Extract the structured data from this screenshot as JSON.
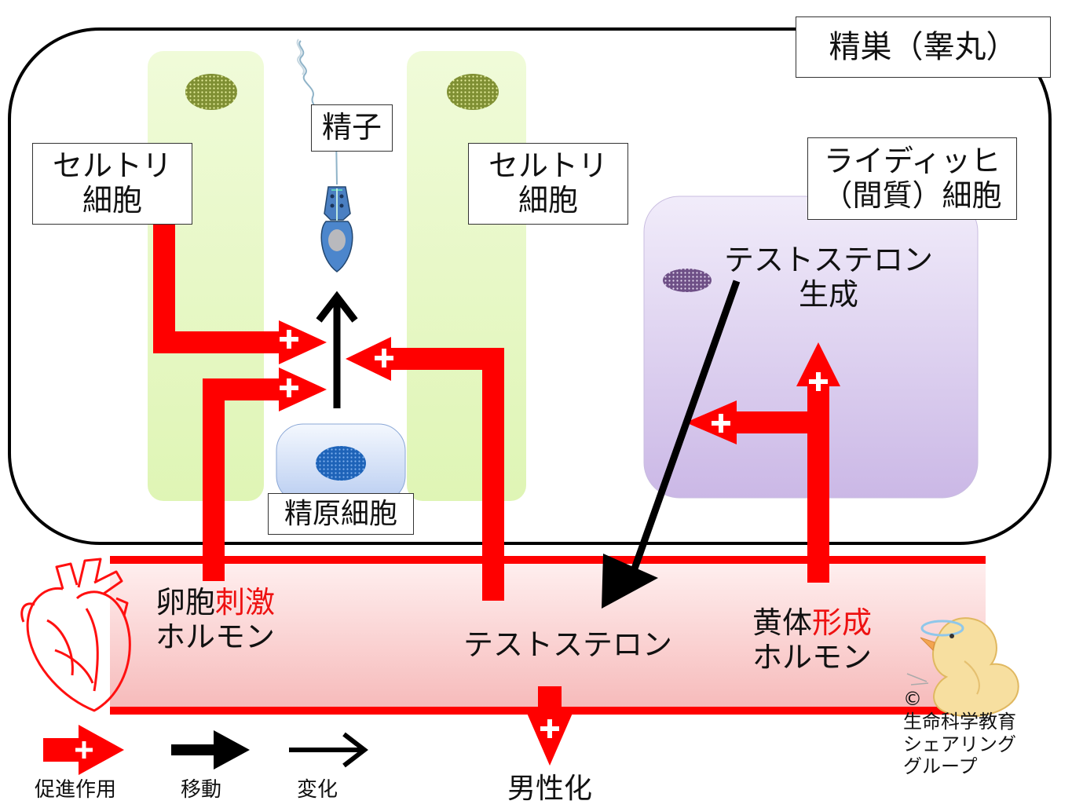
{
  "testis": {
    "label": "精巣（睾丸）"
  },
  "sertoli_left": {
    "line1": "セルトリ",
    "line2": "細胞"
  },
  "sertoli_right": {
    "line1": "セルトリ",
    "line2": "細胞"
  },
  "sperm": {
    "label": "精子"
  },
  "spermatogonium": {
    "label": "精原細胞"
  },
  "leydig": {
    "line1": "ライディッヒ",
    "line2": "（間質）細胞"
  },
  "testosterone_production": {
    "line1": "テストステロン",
    "line2": "生成"
  },
  "fsh": {
    "prefix": "卵胞",
    "highlight": "刺激",
    "line2": "ホルモン"
  },
  "testosterone": {
    "label": "テストステロン"
  },
  "lh": {
    "prefix": "黄体",
    "highlight": "形成",
    "line2": "ホルモン"
  },
  "masculinization": {
    "label": "男性化"
  },
  "legend": [
    {
      "label": "促進作用",
      "icon": "red-plus-arrow-icon"
    },
    {
      "label": "移動",
      "icon": "bold-black-arrow-icon"
    },
    {
      "label": "変化",
      "icon": "open-black-arrow-icon"
    }
  ],
  "copyright": {
    "symbol": "©",
    "line1": "生命科学教育",
    "line2": "シェアリング",
    "line3": "グループ"
  },
  "colors": {
    "promote": "#ff0000",
    "vessel": "#fbd6d6",
    "sertoli": "#e7f8c8",
    "leydig": "#ddd0f2",
    "testis_border": "#000000"
  }
}
